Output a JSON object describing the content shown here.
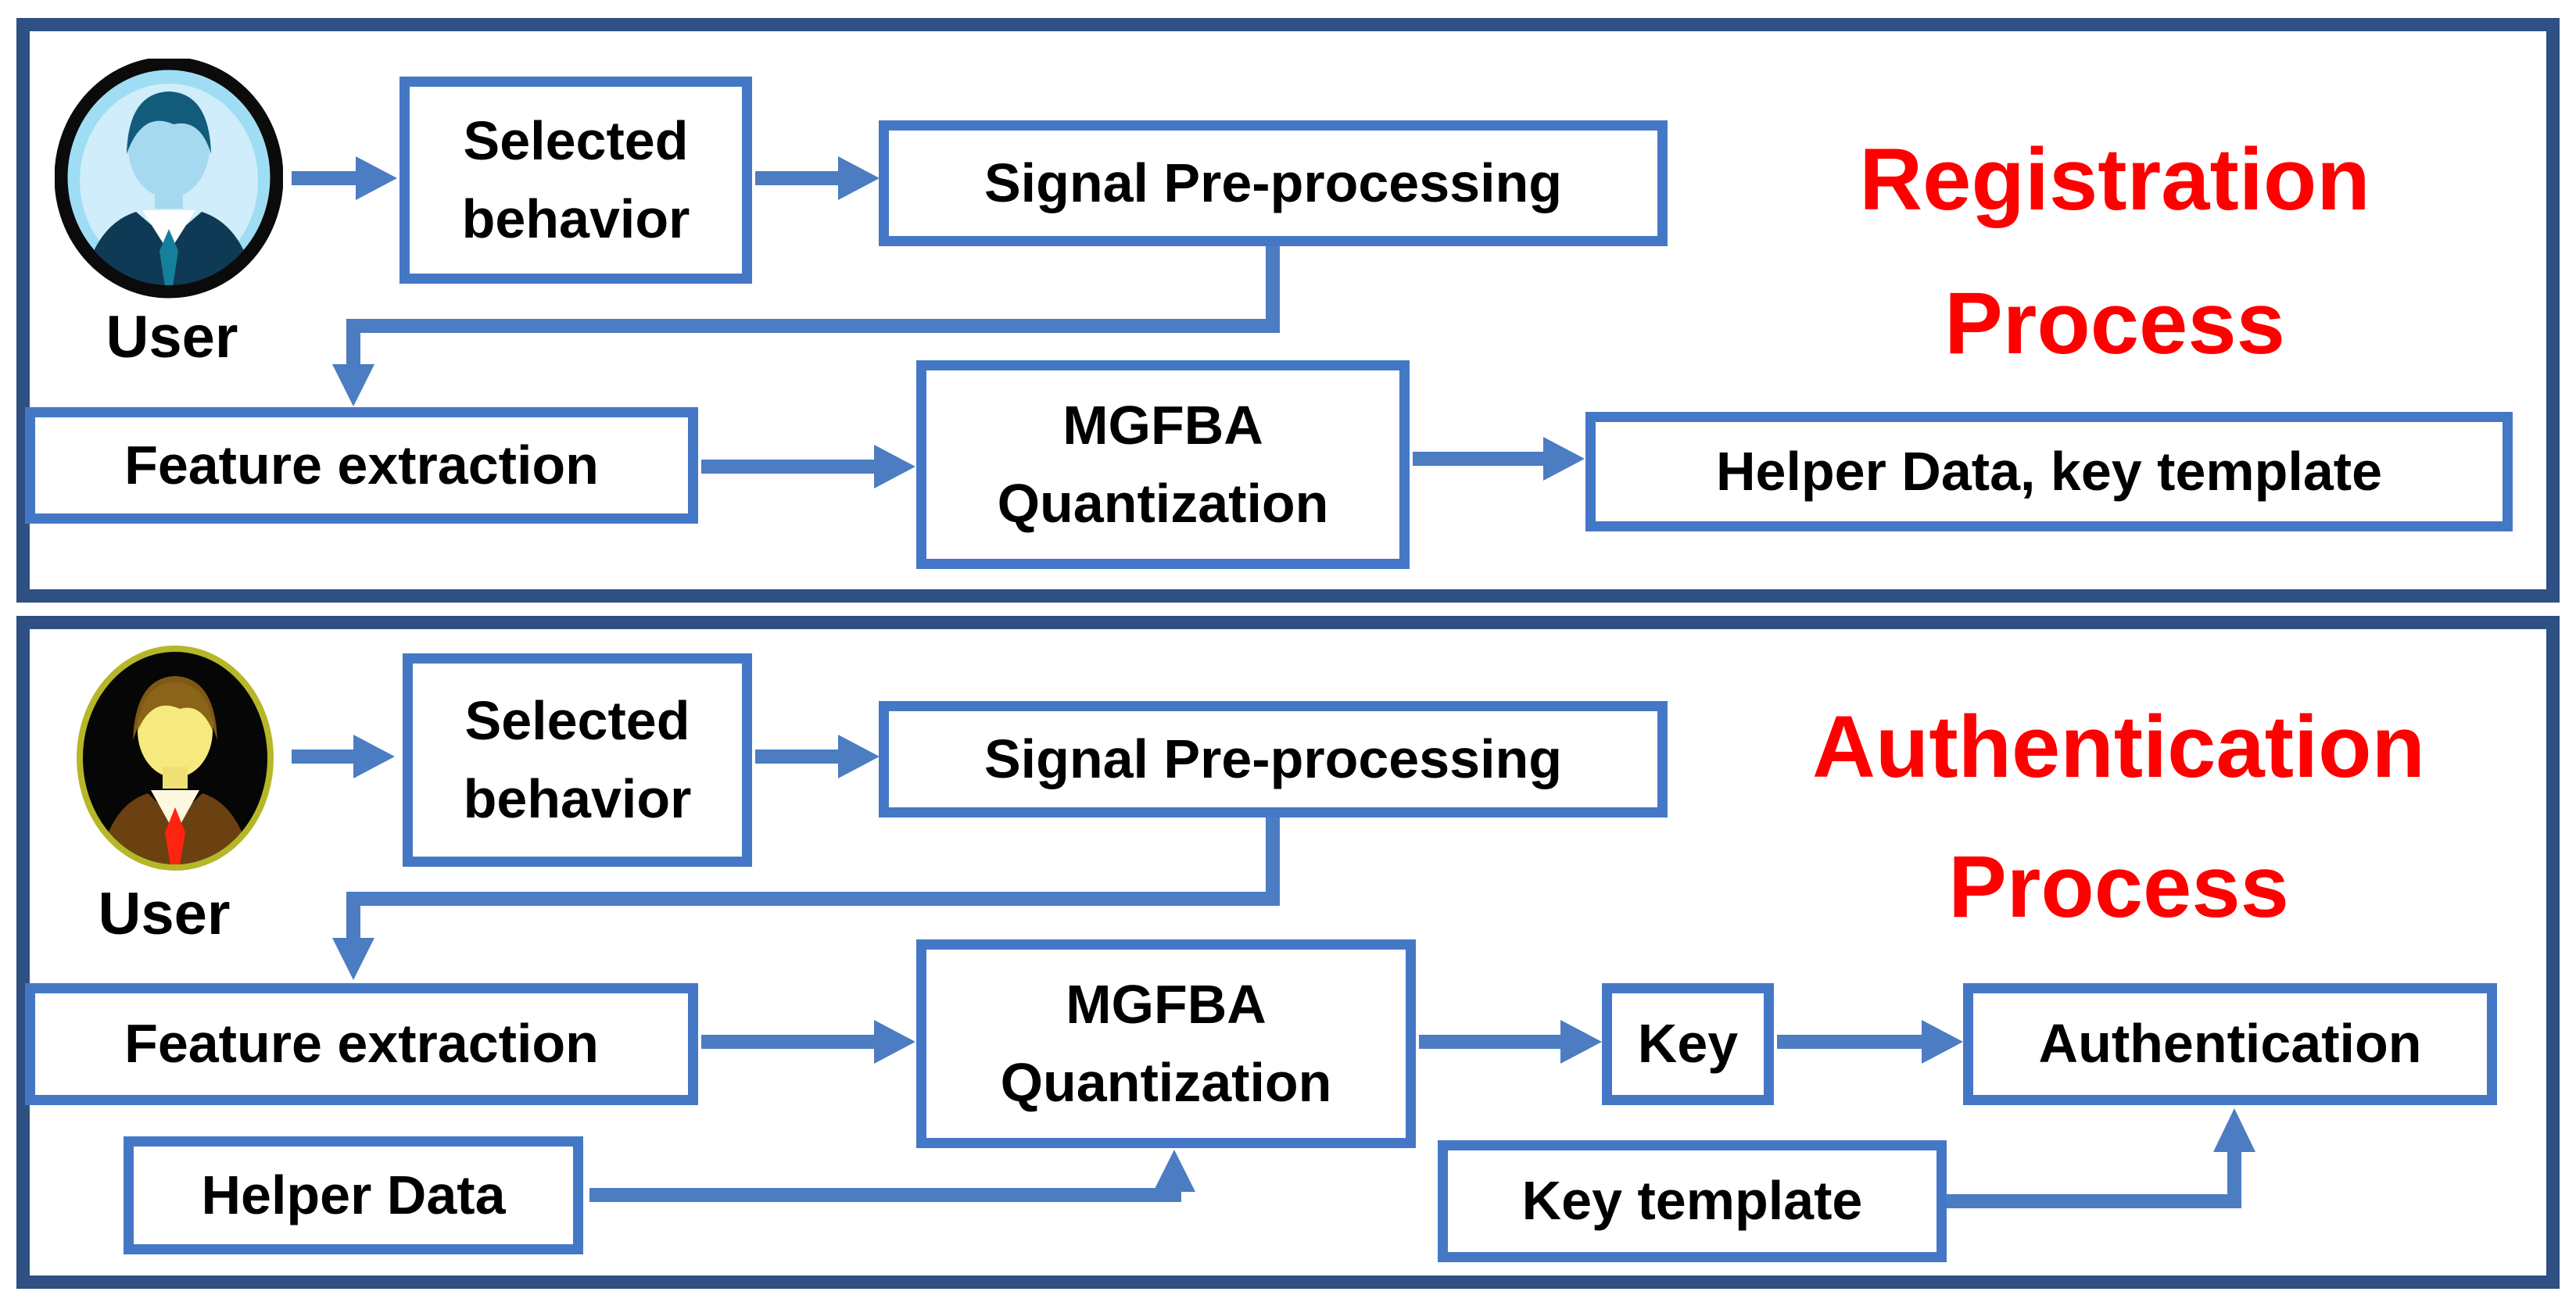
{
  "colors": {
    "panel_border": "#2E5082",
    "box_border": "#4478C6",
    "arrow": "#4C7CC2",
    "title_red": "#FE0000",
    "text": "#000000"
  },
  "registration": {
    "title": "Registration Process",
    "user_label": "User",
    "selected_behavior": "Selected behavior",
    "signal_preprocessing": "Signal Pre-processing",
    "feature_extraction": "Feature extraction",
    "mgfba_quantization": "MGFBA Quantization",
    "helper_data_key_template": "Helper Data, key template"
  },
  "authentication": {
    "title": "Authentication Process",
    "user_label": "User",
    "selected_behavior": "Selected behavior",
    "signal_preprocessing": "Signal Pre-processing",
    "feature_extraction": "Feature extraction",
    "mgfba_quantization": "MGFBA Quantization",
    "key": "Key",
    "authentication": "Authentication",
    "helper_data": "Helper Data",
    "key_template": "Key template"
  }
}
